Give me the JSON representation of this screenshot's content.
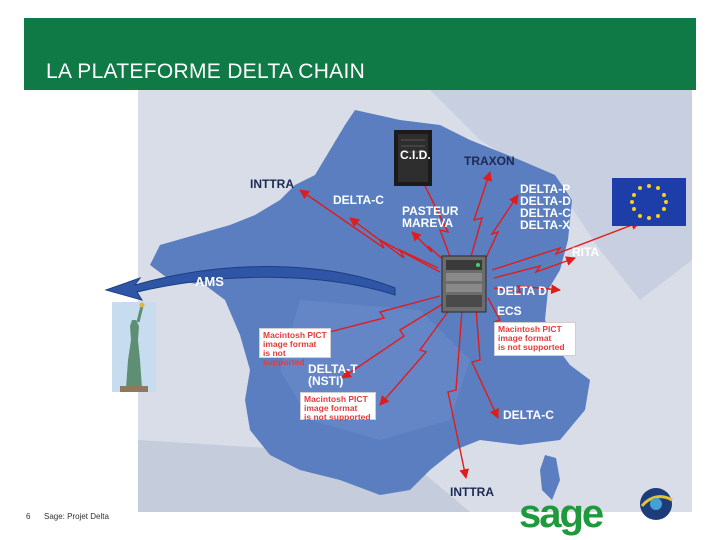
{
  "title": "LA PLATEFORME DELTA CHAIN",
  "labels": {
    "cid": "C.I.D.",
    "traxon": "TRAXON",
    "inttra_top": "INTTRA",
    "delta_c_top": "DELTA-C",
    "pasteur": "PASTEUR",
    "mareva": "MAREVA",
    "delta_p": "DELTA-P",
    "delta_d_right": "DELTA-D",
    "delta_c_right": "DELTA-C",
    "delta_x": "DELTA-X",
    "rita": "RITA",
    "ams": "AMS",
    "delta_d": "DELTA D",
    "ecs": "ECS",
    "delta_t": "DELTA-T",
    "nsti": "(NSTI)",
    "delta_c_bottom": "DELTA-C",
    "inttra_bottom": "INTTRA"
  },
  "pict_placeholder": {
    "line1": "Macintosh PICT",
    "line2": "image format",
    "line3": "is not supported"
  },
  "footer": {
    "page_number": "6",
    "text": "Sage: Projet Delta",
    "logo_text": "sage"
  },
  "colors": {
    "header": "#0f7a46",
    "sea": "#d9dde8",
    "land": "#5a7ec0",
    "arrow": "#e21b1b",
    "eu_flag": "#1d3ea8",
    "sage": "#1e9a3c"
  },
  "icons": [
    "server-icon",
    "server-tower-icon",
    "eu-flag-icon",
    "statue-of-liberty-icon",
    "ams-arrow-icon"
  ]
}
